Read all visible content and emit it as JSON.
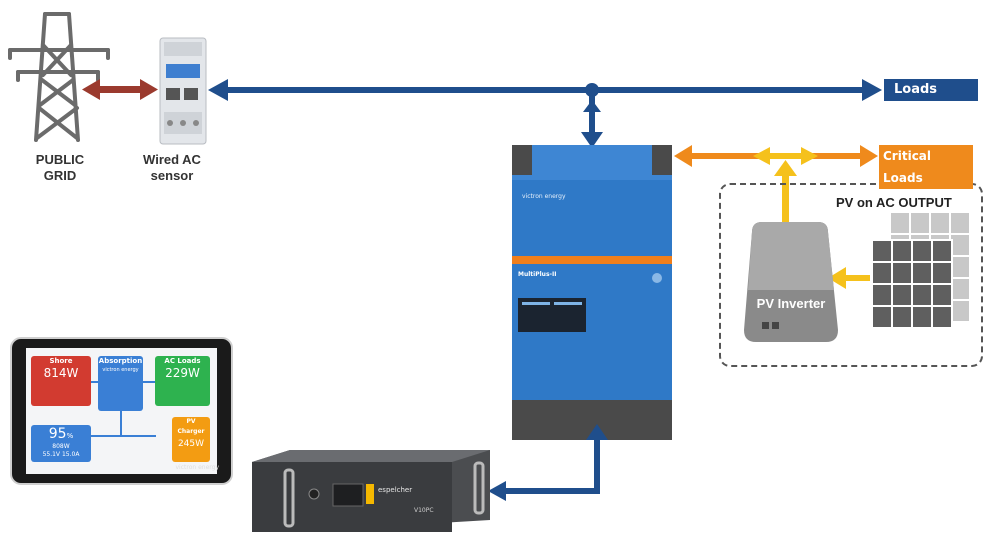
{
  "labels": {
    "public_grid_line1": "PUBLIC",
    "public_grid_line2": "GRID",
    "wired_ac_line1": "Wired AC",
    "wired_ac_line2": "sensor",
    "loads": "Loads",
    "critical_loads": "Critical Loads",
    "pv_on_ac_output": "PV on AC OUTPUT",
    "pv_inverter": "PV Inverter"
  },
  "multiplus": {
    "brand": "victron energy",
    "model": "MultiPlus-II"
  },
  "gx_display": {
    "shore_title": "Shore",
    "shore_value": "814W",
    "absorption_title": "Absorption",
    "absorption_brand": "victron energy",
    "ac_loads_title": "AC Loads",
    "ac_loads_value": "229W",
    "battery_soc": "95",
    "battery_soc_unit": "%",
    "battery_power": "808W",
    "battery_voltage": "55.1V",
    "battery_current": "15.0A",
    "pv_charger_title": "PV Charger",
    "pv_charger_value": "245W",
    "brand": "victron energy"
  },
  "battery": {
    "brand": "espelcher",
    "model": "V10PC"
  },
  "colors": {
    "ac_bus_blue": "#1f4e8c",
    "grid_red": "#9b3a2e",
    "critical_orange": "#ef8a1c",
    "pv_yellow": "#f5c11c",
    "loads_tag": "#1f4e8c",
    "critical_tag": "#ef8a1c",
    "multiplus_blue": "#2f79c7",
    "shore_red": "#d23b30",
    "ac_loads_green": "#2eb24f",
    "battery_blue": "#3a7fd5",
    "pv_charger_orange": "#f39c12"
  }
}
